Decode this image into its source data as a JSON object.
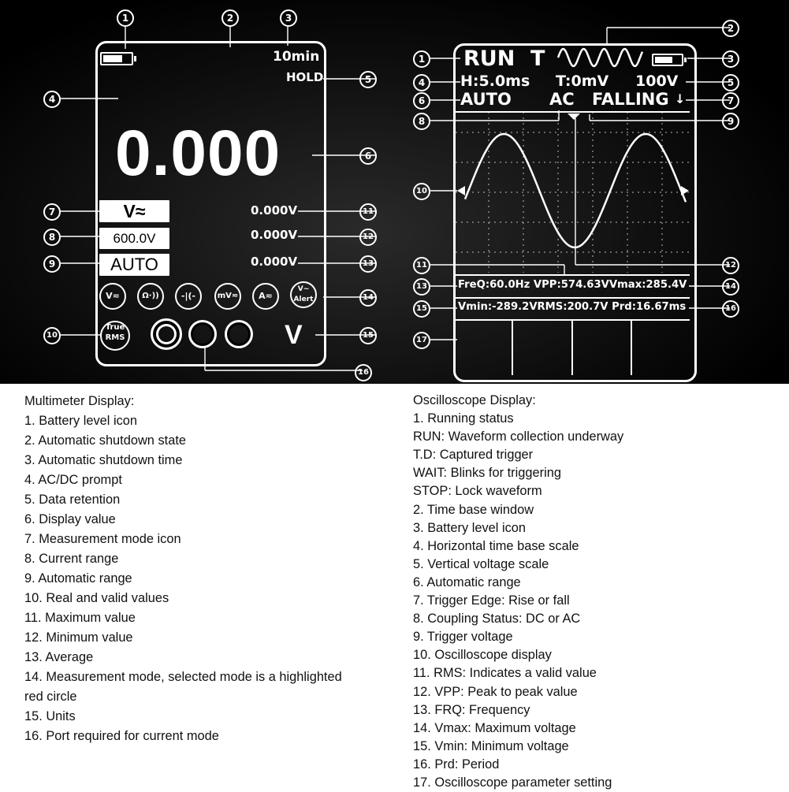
{
  "multimeter_screen": {
    "shutdown_time": "10min",
    "hold": "HOLD",
    "display_value": "0.000",
    "mode_icon": "V≈",
    "range": "600.0V",
    "auto": "AUTO",
    "max_value": "0.000V",
    "min_value": "0.000V",
    "avg_value": "0.000V",
    "modes": [
      "V≂",
      "Ω·))",
      "-|(-",
      "mV≂",
      "A≂",
      "V~ Alert"
    ],
    "true_rms": "True RMS",
    "unit": "V"
  },
  "oscilloscope_screen": {
    "run_status": "RUN",
    "trigger_mark": "T",
    "h_scale": "H:5.0ms",
    "trigger_level": "T:0mV",
    "v_scale": "100V",
    "auto": "AUTO",
    "coupling": "AC",
    "trigger_edge": "FALLING",
    "measure_line_1": "FreQ:60.0Hz VPP:574.63VVmax:285.4V",
    "measure_line_2": "Vmin:-289.2VRMS:200.7V Prd:16.67ms"
  },
  "callouts": {
    "multimeter": [
      "1",
      "2",
      "3",
      "4",
      "5",
      "6",
      "7",
      "8",
      "9",
      "10",
      "11",
      "12",
      "13",
      "14",
      "15",
      "16"
    ],
    "oscilloscope": [
      "1",
      "2",
      "3",
      "4",
      "5",
      "6",
      "7",
      "8",
      "9",
      "10",
      "11",
      "12",
      "13",
      "14",
      "15",
      "16",
      "17"
    ]
  },
  "multimeter_legend": {
    "title": "Multimeter Display:",
    "items": [
      "1. Battery level icon",
      "2. Automatic shutdown state",
      "3. Automatic shutdown time",
      "4. AC/DC prompt",
      "5. Data retention",
      "6. Display value",
      "7. Measurement mode icon",
      "8. Current range",
      "9. Automatic range",
      "10. Real and valid values",
      "11. Maximum value",
      "12. Minimum value",
      "13. Average",
      "14. Measurement mode, selected mode is a highlighted",
      "red circle",
      "15. Units",
      "16. Port required for current mode"
    ]
  },
  "oscilloscope_legend": {
    "title": "Oscilloscope Display:",
    "items": [
      "1. Running status",
      "RUN: Waveform collection underway",
      "T.D: Captured trigger",
      "WAIT: Blinks for triggering",
      "STOP: Lock waveform",
      "2. Time base window",
      "3. Battery level icon",
      "4. Horizontal time base scale",
      "5. Vertical voltage scale",
      "6. Automatic range",
      "7. Trigger Edge: Rise or fall",
      "8. Coupling Status: DC or AC",
      "9. Trigger voltage",
      "10. Oscilloscope display",
      "11. RMS: Indicates a valid value",
      "12. VPP: Peak to peak value",
      "13. FRQ: Frequency",
      "14. Vmax: Maximum voltage",
      "15. Vmin: Minimum voltage",
      "16. Prd: Period",
      "17. Oscilloscope parameter setting"
    ]
  }
}
